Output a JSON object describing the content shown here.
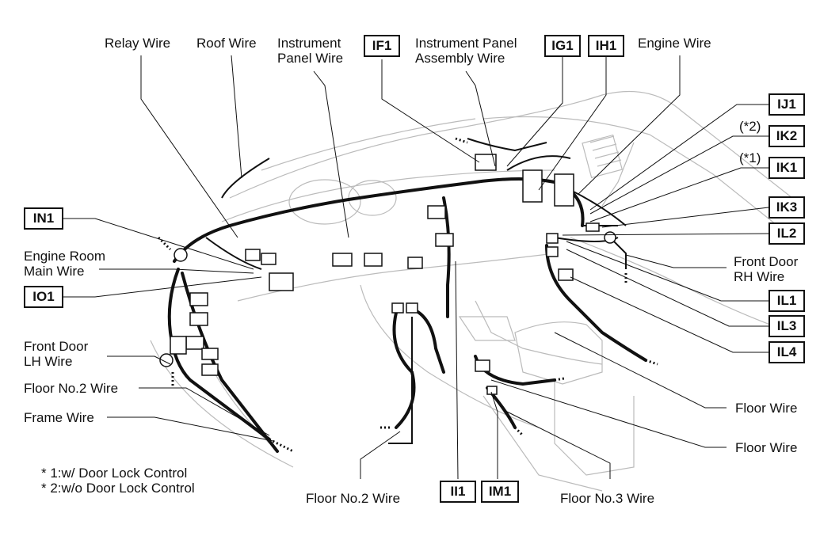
{
  "labels": {
    "relay_wire": "Relay Wire",
    "roof_wire": "Roof Wire",
    "instrument_panel_wire_l1": "Instrument",
    "instrument_panel_wire_l2": "Panel Wire",
    "ip_assembly_wire_l1": "Instrument Panel",
    "ip_assembly_wire_l2": "Assembly Wire",
    "engine_wire": "Engine Wire",
    "engine_room_main_l1": "Engine Room",
    "engine_room_main_l2": "Main Wire",
    "front_door_lh_l1": "Front Door",
    "front_door_lh_l2": "LH Wire",
    "floor_no2_left": "Floor No.2 Wire",
    "frame_wire": "Frame Wire",
    "front_door_rh_l1": "Front Door",
    "front_door_rh_l2": "RH Wire",
    "floor_wire_1": "Floor Wire",
    "floor_wire_2": "Floor Wire",
    "floor_no2_bottom": "Floor No.2 Wire",
    "floor_no3_bottom": "Floor No.3 Wire",
    "mark_2": "(*2)",
    "mark_1": "(*1)"
  },
  "connectors": {
    "IF1": "IF1",
    "IG1": "IG1",
    "IH1": "IH1",
    "IJ1": "IJ1",
    "IK2": "IK2",
    "IK1": "IK1",
    "IK3": "IK3",
    "IL2": "IL2",
    "IL1": "IL1",
    "IL3": "IL3",
    "IL4": "IL4",
    "IN1": "IN1",
    "IO1": "IO1",
    "II1": "II1",
    "IM1": "IM1"
  },
  "notes": {
    "note1": "* 1:w/ Door Lock Control",
    "note2": "* 2:w/o Door Lock Control"
  }
}
